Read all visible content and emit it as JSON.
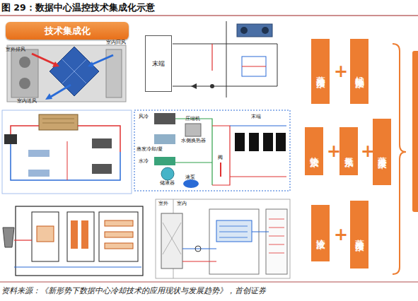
{
  "diagram": {
    "title": "图 29：数据中心温控技术集成化示意",
    "caption": "资料来源：《新形势下数据中心冷却技术的应用现状与发展趋势》，首创证券",
    "nodes": [
      {
        "text": [
          "技术集成化"
        ]
      },
      {
        "text": [
          "末端"
        ]
      },
      {
        "text": [
          "蒸发冷却技术"
        ]
      },
      {
        "text": [
          "机械制冷技术"
        ]
      },
      {
        "text": [
          "热管技术"
        ]
      },
      {
        "text": [
          "氟泵技术"
        ]
      },
      {
        "text": [
          "蒸发冷凝技术"
        ]
      },
      {
        "text": [
          "液冷技术"
        ]
      },
      {
        "text": [
          "蒸发冷却技术"
        ]
      }
    ],
    "labels": [
      "室外排风",
      "室内回风",
      "室内送风",
      "风冷",
      "压缩机",
      "蒸发冷却/凝",
      "水侧换热器",
      "水冷",
      "储液器",
      "阀",
      "液泵",
      "末端",
      "室外",
      "室内",
      "+",
      "+",
      "+",
      "+"
    ]
  }
}
